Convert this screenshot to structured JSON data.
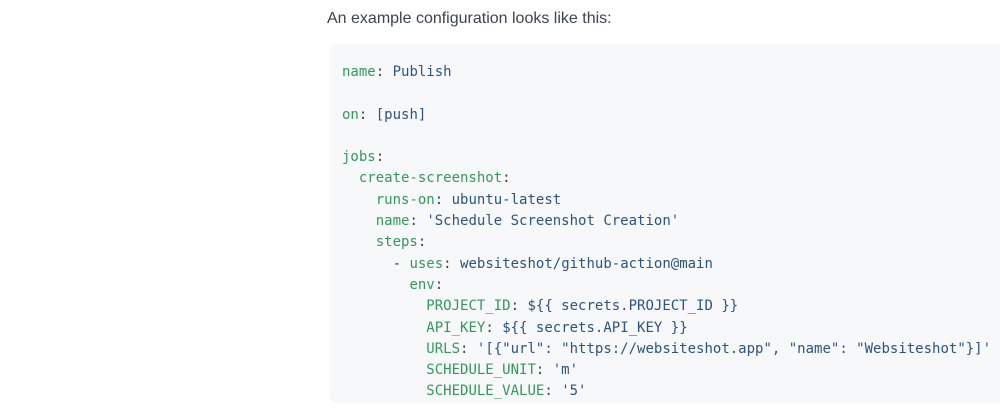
{
  "page": {
    "intro_text": "An example configuration looks like this:"
  },
  "colors": {
    "heading_text": "#3b4450",
    "code_background": "#f6f8fa",
    "yaml_key": "#35985b",
    "yaml_value": "#2d5381",
    "yaml_punctuation": "#394049"
  },
  "code": {
    "language": "yaml",
    "plain_text": "name: Publish\n\non: [push]\n\njobs:\n  create-screenshot:\n    runs-on: ubuntu-latest\n    name: 'Schedule Screenshot Creation'\n    steps:\n      - uses: websiteshot/github-action@main\n        env:\n          PROJECT_ID: ${{ secrets.PROJECT_ID }}\n          API_KEY: ${{ secrets.API_KEY }}\n          URLS: '[{\"url\": \"https://websiteshot.app\", \"name\": \"Websiteshot\"}]'\n          SCHEDULE_UNIT: 'm'\n          SCHEDULE_VALUE: '5'",
    "lines": [
      [
        {
          "c": "k",
          "s": "name"
        },
        {
          "c": "p",
          "s": ":"
        },
        {
          "c": "w",
          "s": " "
        },
        {
          "c": "v",
          "s": "Publish"
        }
      ],
      [],
      [
        {
          "c": "k",
          "s": "on"
        },
        {
          "c": "p",
          "s": ":"
        },
        {
          "c": "w",
          "s": " "
        },
        {
          "c": "v",
          "s": "[push]"
        }
      ],
      [],
      [
        {
          "c": "k",
          "s": "jobs"
        },
        {
          "c": "p",
          "s": ":"
        }
      ],
      [
        {
          "c": "w",
          "s": "  "
        },
        {
          "c": "k",
          "s": "create-screenshot"
        },
        {
          "c": "p",
          "s": ":"
        }
      ],
      [
        {
          "c": "w",
          "s": "    "
        },
        {
          "c": "k",
          "s": "runs-on"
        },
        {
          "c": "p",
          "s": ":"
        },
        {
          "c": "w",
          "s": " "
        },
        {
          "c": "v",
          "s": "ubuntu-latest"
        }
      ],
      [
        {
          "c": "w",
          "s": "    "
        },
        {
          "c": "k",
          "s": "name"
        },
        {
          "c": "p",
          "s": ":"
        },
        {
          "c": "w",
          "s": " "
        },
        {
          "c": "v",
          "s": "'Schedule Screenshot Creation'"
        }
      ],
      [
        {
          "c": "w",
          "s": "    "
        },
        {
          "c": "k",
          "s": "steps"
        },
        {
          "c": "p",
          "s": ":"
        }
      ],
      [
        {
          "c": "w",
          "s": "      "
        },
        {
          "c": "p",
          "s": "-"
        },
        {
          "c": "w",
          "s": " "
        },
        {
          "c": "k",
          "s": "uses"
        },
        {
          "c": "p",
          "s": ":"
        },
        {
          "c": "w",
          "s": " "
        },
        {
          "c": "v",
          "s": "websiteshot/github-action@main"
        }
      ],
      [
        {
          "c": "w",
          "s": "        "
        },
        {
          "c": "k",
          "s": "env"
        },
        {
          "c": "p",
          "s": ":"
        }
      ],
      [
        {
          "c": "w",
          "s": "          "
        },
        {
          "c": "k",
          "s": "PROJECT_ID"
        },
        {
          "c": "p",
          "s": ":"
        },
        {
          "c": "w",
          "s": " "
        },
        {
          "c": "v",
          "s": "${{ secrets.PROJECT_ID }}"
        }
      ],
      [
        {
          "c": "w",
          "s": "          "
        },
        {
          "c": "k",
          "s": "API_KEY"
        },
        {
          "c": "p",
          "s": ":"
        },
        {
          "c": "w",
          "s": " "
        },
        {
          "c": "v",
          "s": "${{ secrets.API_KEY }}"
        }
      ],
      [
        {
          "c": "w",
          "s": "          "
        },
        {
          "c": "k",
          "s": "URLS"
        },
        {
          "c": "p",
          "s": ":"
        },
        {
          "c": "w",
          "s": " "
        },
        {
          "c": "v",
          "s": "'[{\"url\": \"https://websiteshot.app\", \"name\": \"Websiteshot\"}]'"
        }
      ],
      [
        {
          "c": "w",
          "s": "          "
        },
        {
          "c": "k",
          "s": "SCHEDULE_UNIT"
        },
        {
          "c": "p",
          "s": ":"
        },
        {
          "c": "w",
          "s": " "
        },
        {
          "c": "v",
          "s": "'m'"
        }
      ],
      [
        {
          "c": "w",
          "s": "          "
        },
        {
          "c": "k",
          "s": "SCHEDULE_VALUE"
        },
        {
          "c": "p",
          "s": ":"
        },
        {
          "c": "w",
          "s": " "
        },
        {
          "c": "v",
          "s": "'5'"
        }
      ]
    ]
  }
}
